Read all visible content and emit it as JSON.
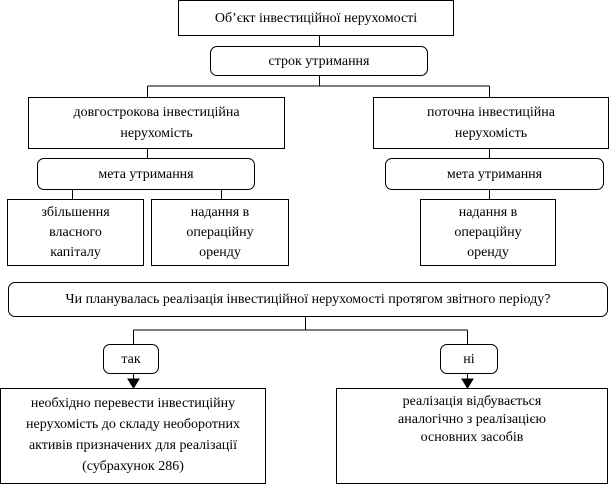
{
  "root": "Об’єкт інвестиційної нерухомості",
  "criterion_term": "строк утримання",
  "long_term": "довгострокова інвестиційна нерухомість",
  "current": "поточна інвестиційна нерухомість",
  "purpose_left": "мета утримання",
  "purpose_right": "мета утримання",
  "capital_growth": "збільшення власного капіталу",
  "lease_left": "надання в операційну оренду",
  "lease_right": "надання в операційну оренду",
  "question": "Чи планувалась реалізація інвестиційної нерухомості протягом звітного періоду?",
  "yes": "так",
  "no": "ні",
  "yes_result": "необхідно перевести інвестиційну нерухомість до складу необоротних активів призначених для реалізації (субрахунок 286)",
  "no_result": "реалізація відбувається аналогічно з реалізацією основних засобів"
}
